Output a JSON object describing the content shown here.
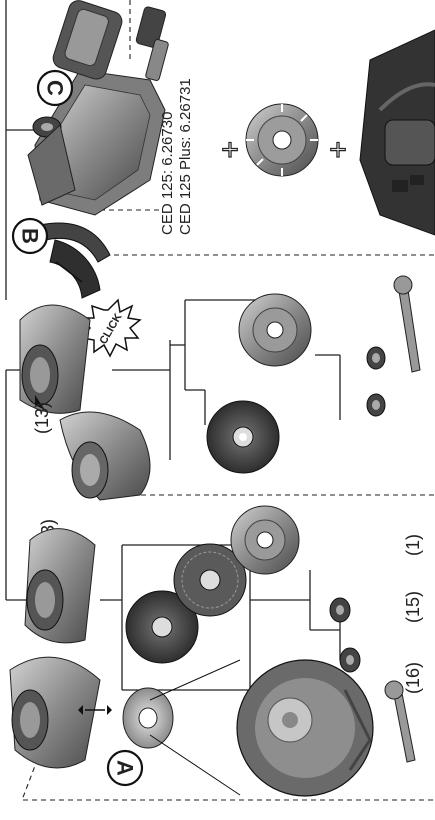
{
  "markers": {
    "a": "A",
    "b": "B",
    "c": "C"
  },
  "part_labels": {
    "guard_upper": "(13)",
    "guard_middle": "(13)",
    "flange": "(1)",
    "nut": "(15)",
    "wrench": "(16)"
  },
  "click_badge": "CLICK",
  "product_lines": [
    "CED 125: 6.26730",
    "CED 125 Plus: 6.26731"
  ],
  "plus_symbol": "+",
  "colors": {
    "line": "#222222",
    "metal_dark": "#3a3a3a",
    "metal_mid": "#7a7a7a",
    "metal_light": "#b5b5b5"
  }
}
